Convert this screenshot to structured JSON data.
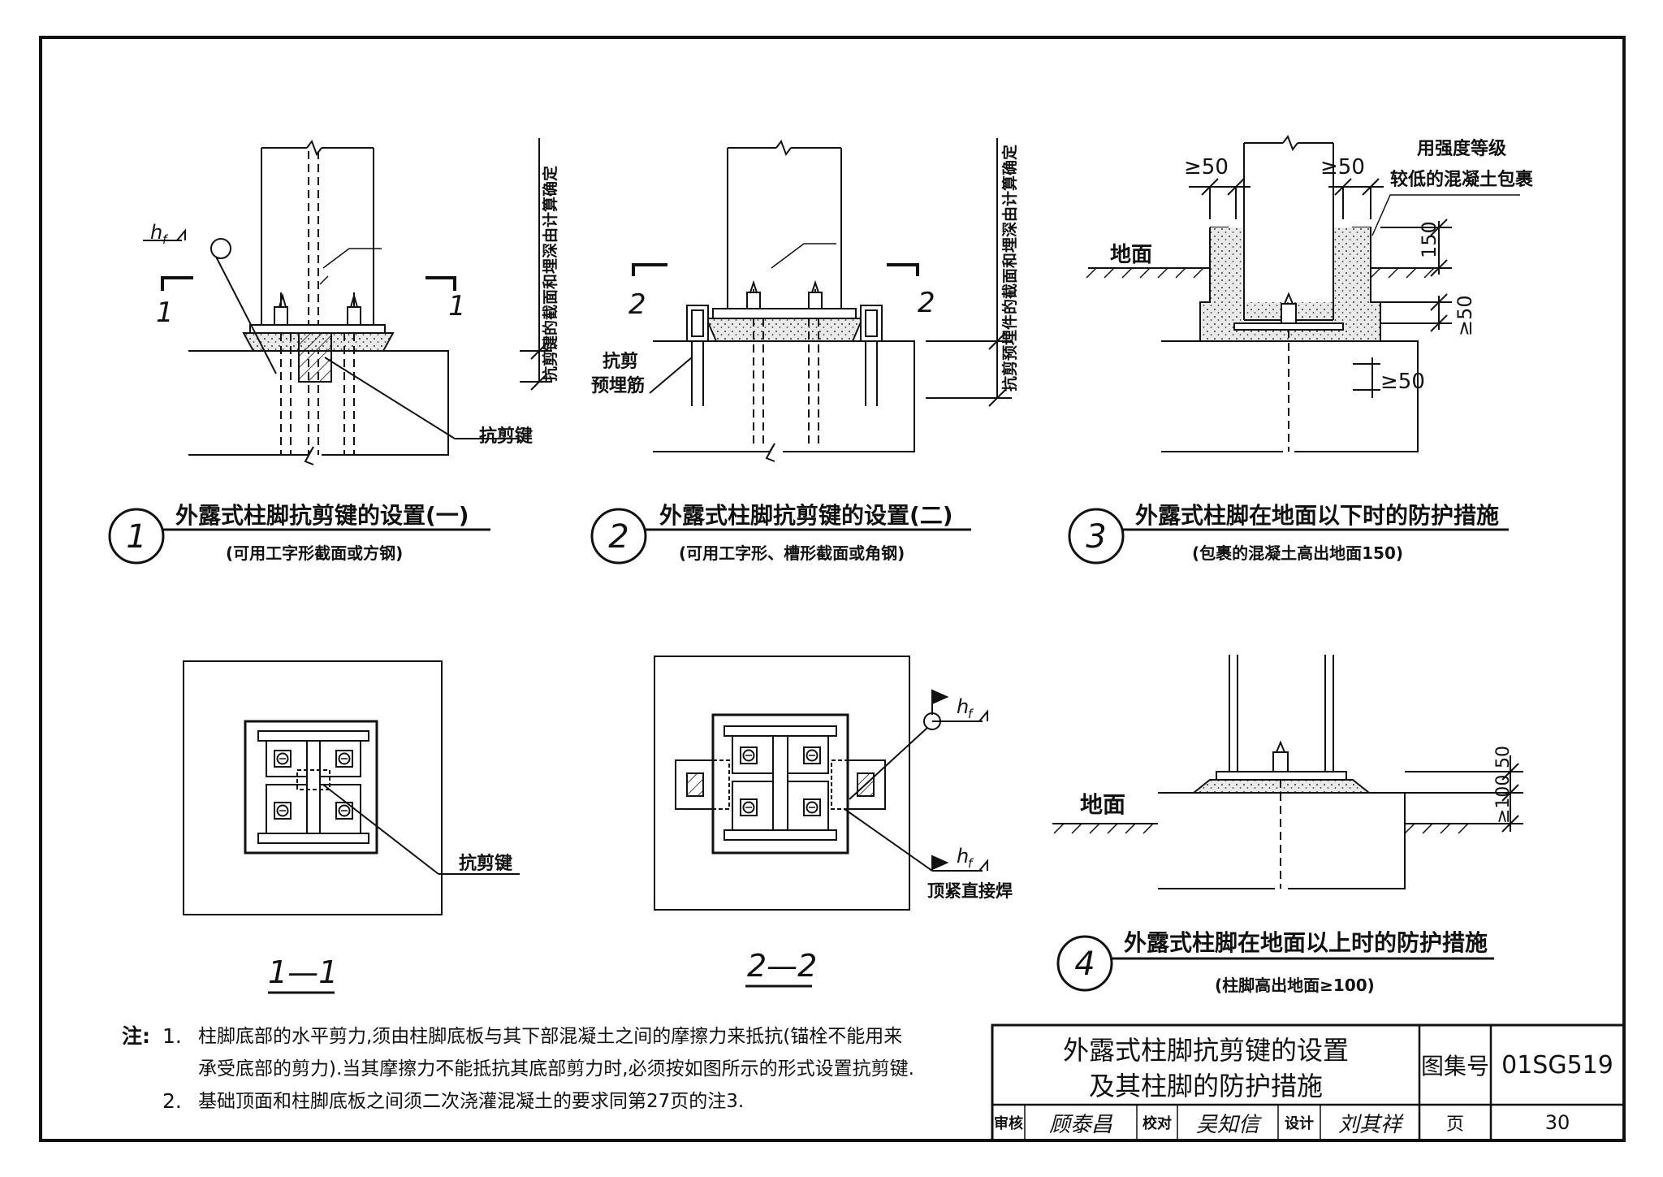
{
  "details": [
    {
      "number": "1",
      "title": "外露式柱脚抗剪键的设置(一)",
      "subtitle": "(可用工字形截面或方钢)",
      "labels": {
        "section_mark": "1",
        "weld": "h",
        "weld_sub": "f",
        "shear_key": "抗剪键",
        "vertical": "抗剪键的截面和埋深由计算确定"
      }
    },
    {
      "number": "2",
      "title": "外露式柱脚抗剪键的设置(二)",
      "subtitle": "(可用工字形、槽形截面或角钢)",
      "labels": {
        "section_mark": "2",
        "embed_1": "抗剪",
        "embed_2": "预埋筋",
        "vertical": "抗剪预埋件的截面和埋深由计算确定"
      }
    },
    {
      "number": "3",
      "title": "外露式柱脚在地面以下时的防护措施",
      "subtitle": "(包裹的混凝土高出地面150)",
      "labels": {
        "ground": "地面",
        "min50_a": "≥50",
        "min50_b": "≥50",
        "min50_c": "≥50",
        "min50_d": "≥50",
        "dim150": "150",
        "concrete_1": "用强度等级",
        "concrete_2": "较低的混凝土包裹"
      }
    },
    {
      "number": "4",
      "title": "外露式柱脚在地面以上时的防护措施",
      "subtitle": "(柱脚高出地面≥100)",
      "labels": {
        "ground": "地面",
        "dim50": "50",
        "dim100": "≥100"
      }
    }
  ],
  "sections": [
    {
      "label": "1—1",
      "shear_key": "抗剪键"
    },
    {
      "label": "2—2",
      "weld": "h",
      "weld_sub": "f",
      "direct_weld": "顶紧直接焊"
    }
  ],
  "notes": {
    "prefix": "注:",
    "items": [
      {
        "num": "1.",
        "lines": [
          "柱脚底部的水平剪力,须由柱脚底板与其下部混凝土之间的摩擦力来抵抗(锚栓不能用来",
          "承受底部的剪力).当其摩擦力不能抵抗其底部剪力时,必须按如图所示的形式设置抗剪键."
        ]
      },
      {
        "num": "2.",
        "lines": [
          "基础顶面和柱脚底板之间须二次浇灌混凝土的要求同第27页的注3."
        ]
      }
    ]
  },
  "title_block": {
    "title_line1": "外露式柱脚抗剪键的设置",
    "title_line2": "及其柱脚的防护措施",
    "atlas_label": "图集号",
    "atlas_no": "01SG519",
    "review_label": "审核",
    "reviewer": "顾泰昌",
    "check_label": "校对",
    "checker": "吴知信",
    "design_label": "设计",
    "designer": "刘其祥",
    "page_label": "页",
    "page_no": "30"
  }
}
